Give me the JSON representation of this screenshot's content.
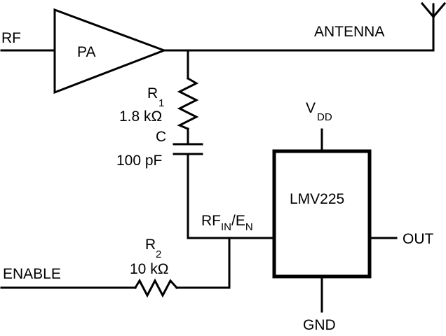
{
  "labels": {
    "rf": "RF",
    "pa": "PA",
    "antenna": "ANTENNA",
    "r1_letter": "R",
    "r1_sub": "1",
    "r1_value": "1.8 kΩ",
    "c_letter": "C",
    "c_value": "100 pF",
    "vdd_letter": "V",
    "vdd_sub": "DD",
    "ic_name": "LMV225",
    "rfin_main": "RF",
    "rfin_sub": "IN",
    "rfin_slash": "/E",
    "rfin_sub2": "N",
    "out": "OUT",
    "enable": "ENABLE",
    "r2_letter": "R",
    "r2_sub": "2",
    "r2_value": "10 kΩ",
    "gnd": "GND"
  },
  "icons": {
    "amplifier": "triangle-amplifier-icon",
    "antenna": "antenna-icon",
    "resistor": "resistor-zigzag-icon",
    "capacitor": "capacitor-icon",
    "chip": "ic-box-icon"
  }
}
